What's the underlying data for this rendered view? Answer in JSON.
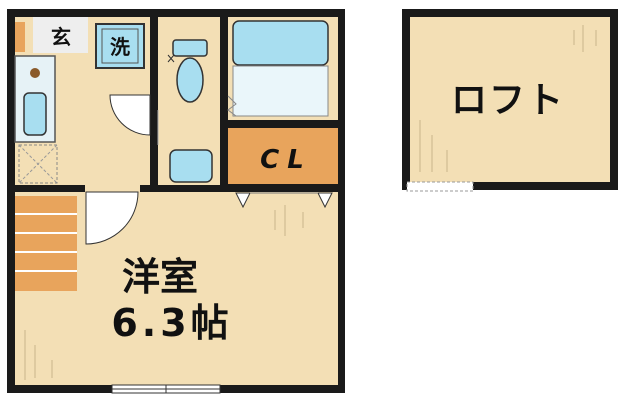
{
  "labels": {
    "genkan": "玄",
    "laundry": "洗",
    "closet": "CL",
    "room_name": "洋室",
    "room_size": "6.3帖",
    "loft": "ロフト"
  },
  "colors": {
    "wall": "#1a1a1a",
    "floor": "#f3dfb5",
    "closet": "#e8a45c",
    "stairs": "#e8a45c",
    "fixture": "#a8def0",
    "entry": "#eeeeee"
  }
}
